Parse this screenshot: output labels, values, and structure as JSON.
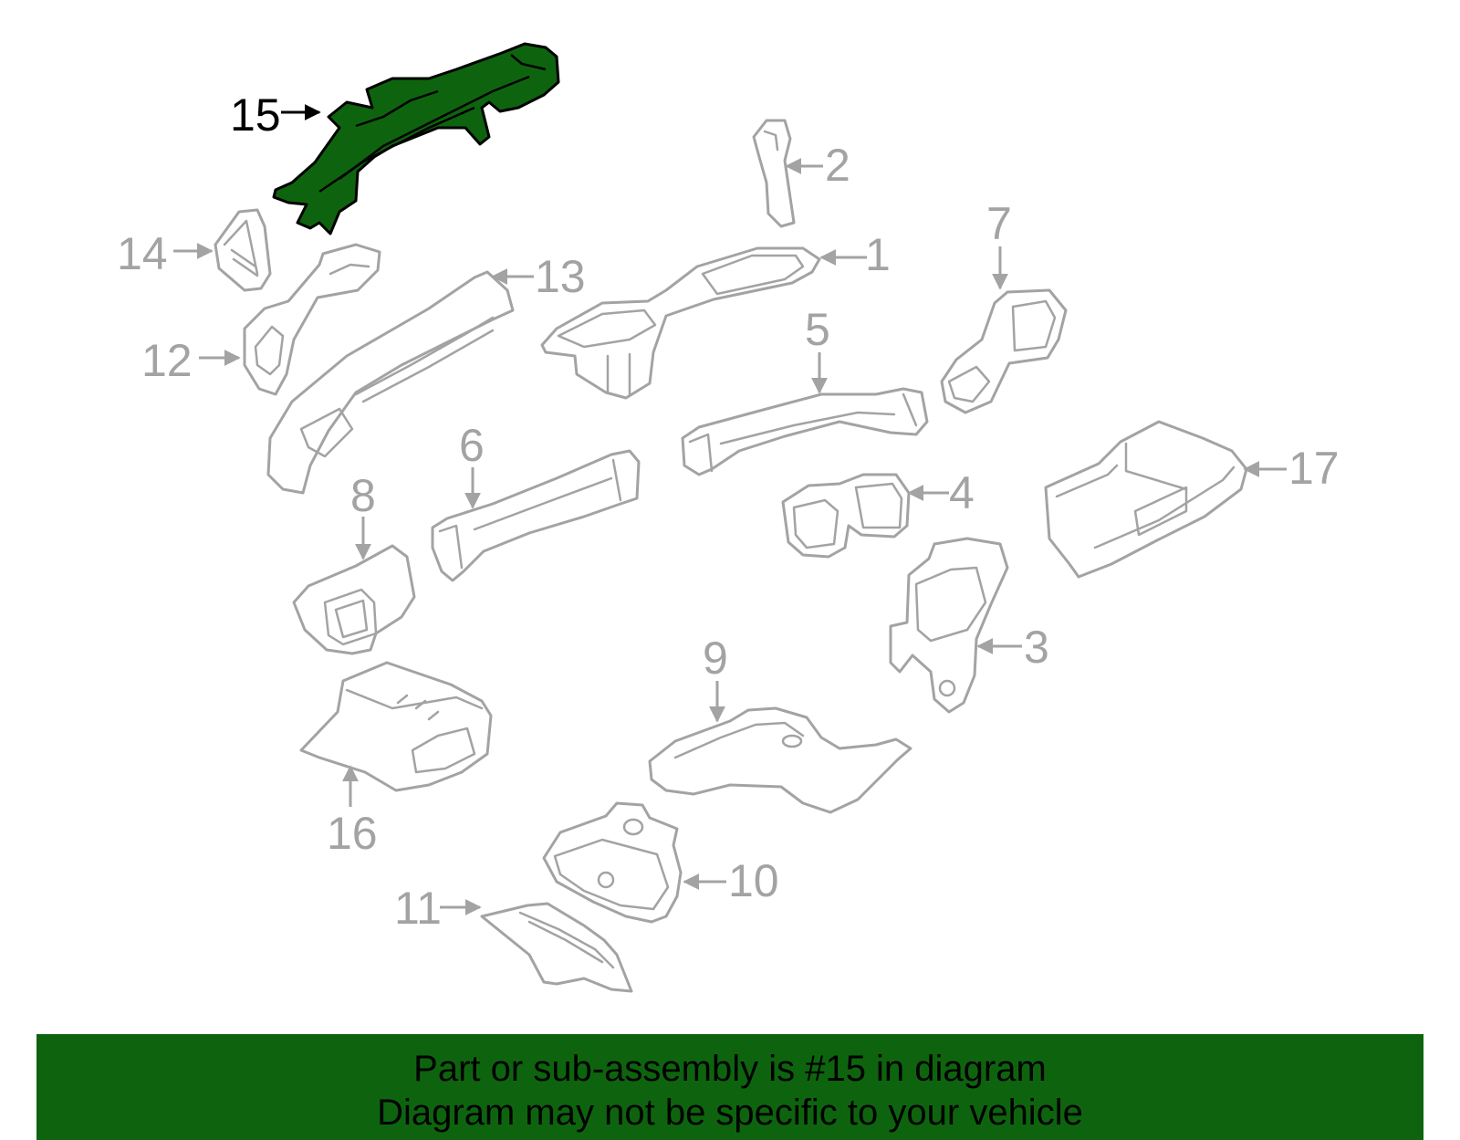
{
  "diagram": {
    "highlight_color": "#0e640e",
    "part_line_color": "#a3a3a3",
    "highlighted_callout": "15",
    "callouts": {
      "c1": "1",
      "c2": "2",
      "c3": "3",
      "c4": "4",
      "c5": "5",
      "c6": "6",
      "c7": "7",
      "c8": "8",
      "c9": "9",
      "c10": "10",
      "c11": "11",
      "c12": "12",
      "c13": "13",
      "c14": "14",
      "c15": "15",
      "c16": "16",
      "c17": "17"
    }
  },
  "banner": {
    "background": "#0e640e",
    "line1": "Part or sub-assembly is #15 in diagram",
    "line2": "Diagram may not be specific to your vehicle"
  }
}
